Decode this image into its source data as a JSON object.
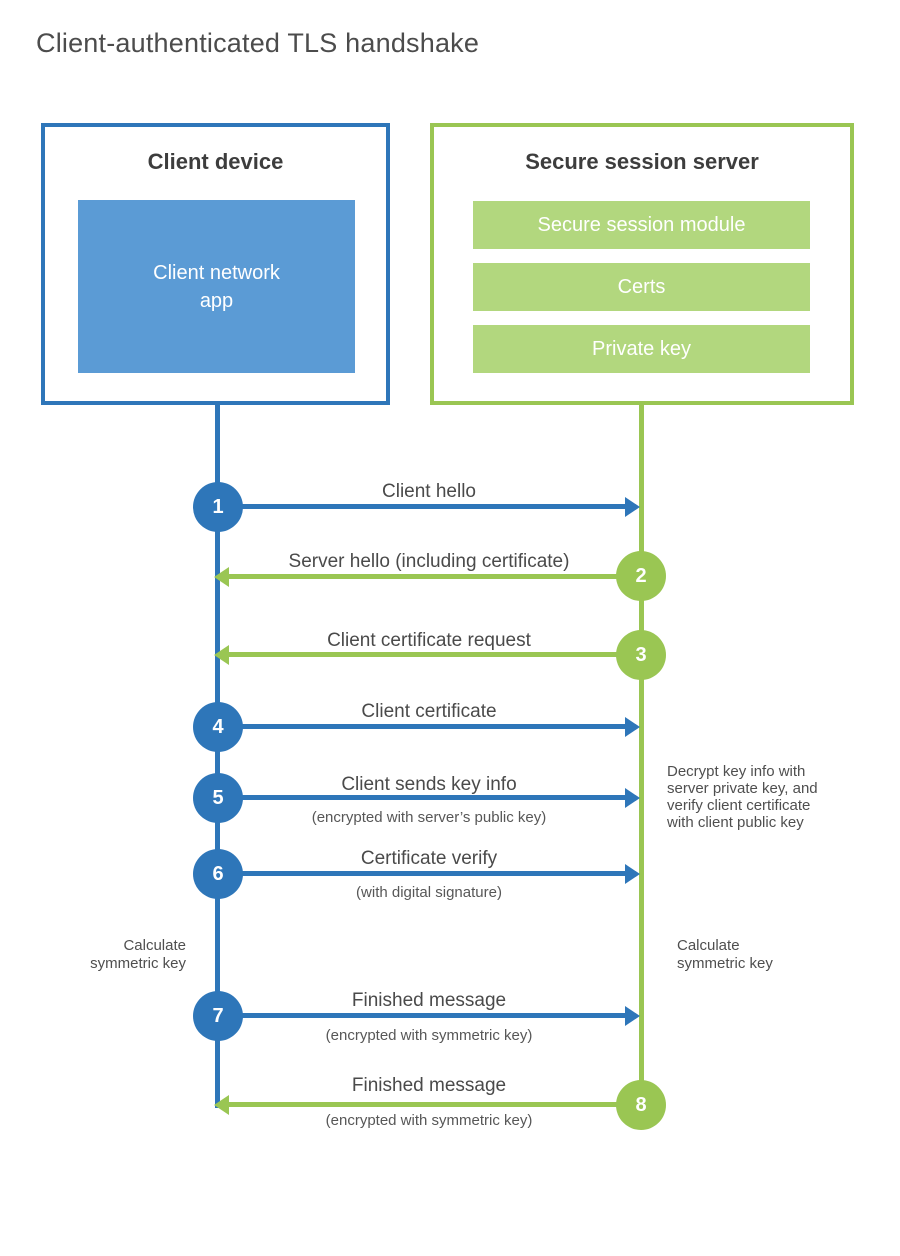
{
  "title": "Client-authenticated TLS handshake",
  "client": {
    "title": "Client device",
    "app_label": "Client network app"
  },
  "server": {
    "title": "Secure session server",
    "modules": [
      "Secure session module",
      "Certs",
      "Private key"
    ]
  },
  "steps": [
    {
      "num": "1",
      "direction": "client-to-server",
      "label": "Client hello",
      "sub": ""
    },
    {
      "num": "2",
      "direction": "server-to-client",
      "label": "Server hello (including certificate)",
      "sub": ""
    },
    {
      "num": "3",
      "direction": "server-to-client",
      "label": "Client certificate request",
      "sub": ""
    },
    {
      "num": "4",
      "direction": "client-to-server",
      "label": "Client certificate",
      "sub": ""
    },
    {
      "num": "5",
      "direction": "client-to-server",
      "label": "Client sends key info",
      "sub": "(encrypted with server’s public key)"
    },
    {
      "num": "6",
      "direction": "client-to-server",
      "label": "Certificate verify",
      "sub": "(with digital signature)"
    },
    {
      "num": "7",
      "direction": "client-to-server",
      "label": "Finished message",
      "sub": "(encrypted with symmetric key)"
    },
    {
      "num": "8",
      "direction": "server-to-client",
      "label": "Finished message",
      "sub": "(encrypted with symmetric key)"
    }
  ],
  "annotations": {
    "decrypt_note": "Decrypt key info with server private key, and verify client certificate with client public key",
    "calc_left": "Calculate symmetric key",
    "calc_right": "Calculate symmetric key"
  },
  "colors": {
    "blue": "#2e76b9",
    "blue_light": "#5b9bd5",
    "green": "#9ac653",
    "green_light": "#b2d77e"
  }
}
